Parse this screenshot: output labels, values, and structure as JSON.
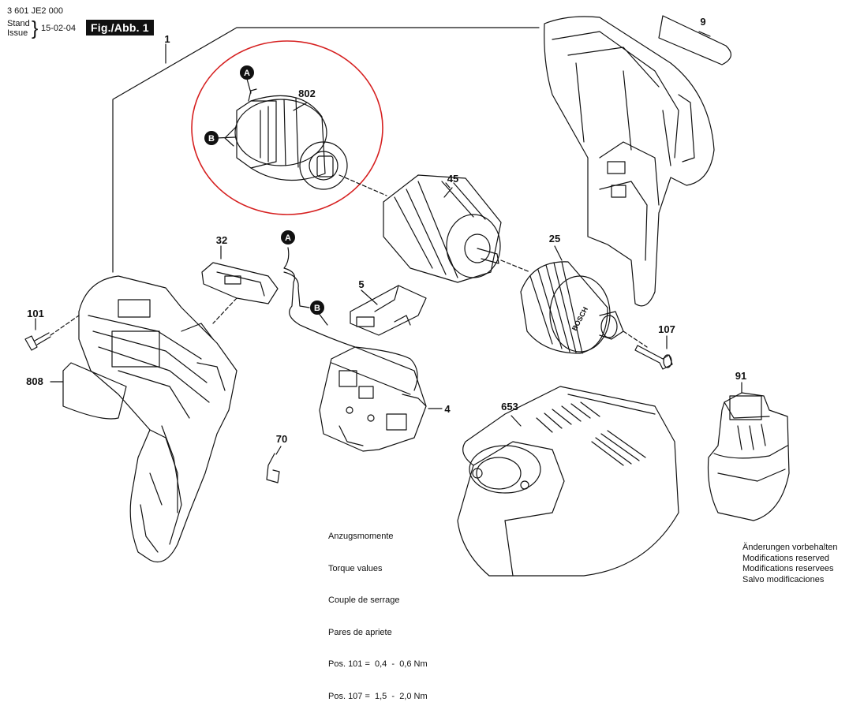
{
  "header": {
    "doc_number": "3 601 JE2 000",
    "stand_label": "Stand",
    "issue_label": "Issue",
    "brace": "}",
    "date": "15-02-04",
    "figure_label": "Fig./Abb. 1"
  },
  "parts": [
    {
      "number": "1"
    },
    {
      "number": "802"
    },
    {
      "number": "45"
    },
    {
      "number": "25"
    },
    {
      "number": "9"
    },
    {
      "number": "32"
    },
    {
      "number": "5"
    },
    {
      "number": "4"
    },
    {
      "number": "101"
    },
    {
      "number": "808"
    },
    {
      "number": "70"
    },
    {
      "number": "107"
    },
    {
      "number": "653"
    },
    {
      "number": "91"
    }
  ],
  "connectors": [
    "A",
    "B"
  ],
  "chuck_brand": "BOSCH",
  "torque": {
    "lines": [
      "Anzugsmomente",
      "Torque values",
      "Couple de serrage",
      "Pares de apriete"
    ],
    "values": [
      "Pos. 101 =  0,4  -  0,6 Nm",
      "Pos. 107 =  1,5  -  2,0 Nm"
    ]
  },
  "modifications": [
    "Änderungen vorbehalten",
    "Modifications reserved",
    "Modifications reservees",
    "Salvo modificaciones"
  ],
  "colors": {
    "highlight_circle": "#d62020",
    "ink": "#111111"
  }
}
